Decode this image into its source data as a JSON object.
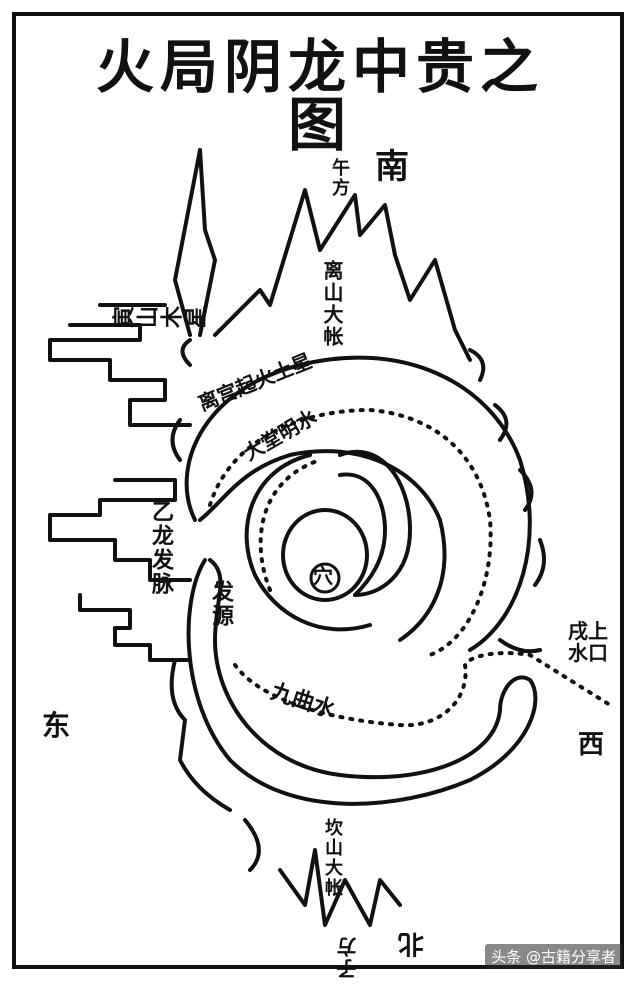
{
  "title": "火局阴龙中贵之图",
  "directions": {
    "south": "南",
    "east": "东",
    "west": "西",
    "north": "北"
  },
  "labels": {
    "wu_fang": "午方",
    "zi_fang": "子方",
    "south_peak": "离山大帐",
    "north_peak": "坎山大帐",
    "east_upper": "寅山木星",
    "outer_arc": "离宫起火土星",
    "inner_arc": "大堂明水",
    "dragon": "乙龙发脉",
    "source": "发源",
    "exit_water": "戌上水口",
    "nine_curve": "九曲水",
    "center": "穴"
  },
  "watermark": "头条 @古籍分享者"
}
